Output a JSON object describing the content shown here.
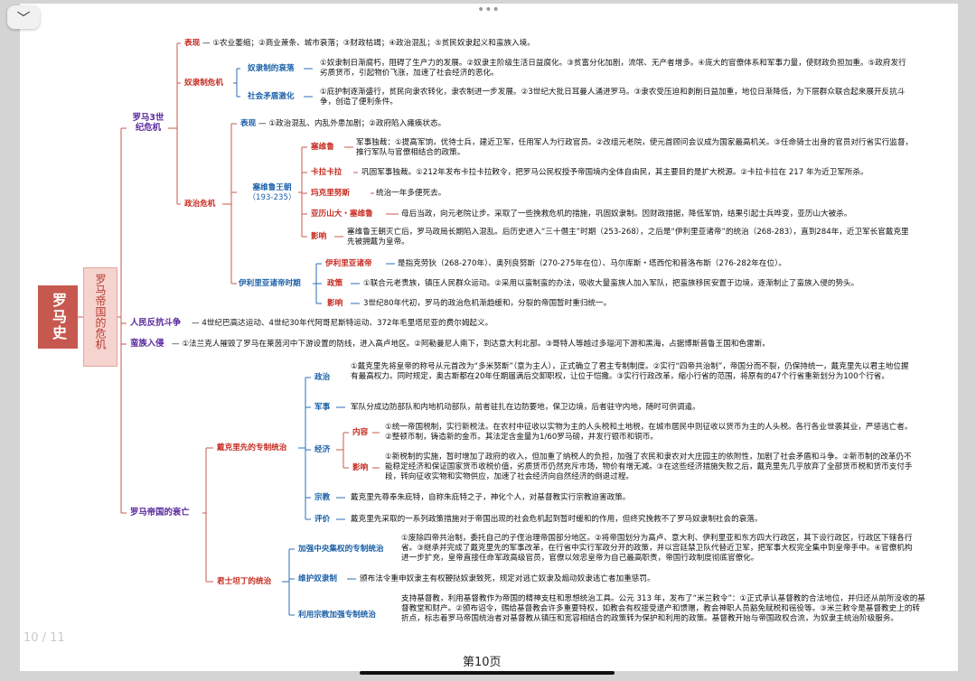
{
  "ui": {
    "collapse_icon": "chevron-down-icon",
    "page_counter": "10 / 11",
    "page_label": "第10页"
  },
  "root": {
    "title": "罗马史"
  },
  "crisis": {
    "title": "罗马帝国的危机"
  },
  "b1": {
    "title": "罗马3世纪危机",
    "biaoxian": {
      "label": "表现",
      "text": "①农业萎缩；②商业萧条、城市衰落；③财政枯竭；④政治混乱；⑤贫民奴隶起义和蛮族入境。"
    },
    "slave": {
      "label": "奴隶制危机",
      "shuailuo": {
        "label": "奴隶制的衰落",
        "text": "①奴隶制日渐腐朽，阻碍了生产力的发展。②奴隶主阶级生活日益腐化。③贫富分化加剧，流氓、无产者增多。④庞大的官僚体系和军事力量，使财政负担加重。⑤政府发行劣质货币，引起物价飞涨，加速了社会经济的恶化。"
      },
      "maodun": {
        "label": "社会矛盾激化",
        "text": "①庇护制逐渐盛行，贫民向隶农转化，隶农制进一步发展。②3世纪大批日耳曼人涌进罗马。③隶农受压迫和剥削日益加重，地位日渐降低，为下层群众联合起来展开反抗斗争，创造了便利条件。"
      }
    },
    "politics": {
      "label": "政治危机",
      "biaoxian": {
        "label": "表现",
        "text": "①政治混乱、内乱外患加剧；②政府陷入瘫痪状态。"
      },
      "severan": {
        "label": "塞维鲁王朝",
        "years": "（193-235）",
        "s1": {
          "label": "塞维鲁",
          "text": "军事独裁：①提高军饷，优待士兵，建近卫军，任用军人为行政官员。②改组元老院，使元首顾问会议成为国家最高机关。③任命骑士出身的官员对行省实行监督，推行军队与官僚相结合的政策。"
        },
        "s2": {
          "label": "卡拉卡拉",
          "text": "巩固军事独裁。①212年发布卡拉卡拉敕令，把罗马公民权授予帝国境内全体自由民，其主要目的是扩大税源。②卡拉卡拉在 217 年为近卫军所杀。"
        },
        "s3": {
          "label": "玛克里努斯",
          "text": "统治一年多便死去。"
        },
        "s4": {
          "label": "亚历山大・塞维鲁",
          "text": "母后当政，向元老院让步。采取了一些挽救危机的措施，巩固奴隶制。因财政措据，降低军饷，结果引起士兵哗变，亚历山大被杀。"
        },
        "s5": {
          "label": "影响",
          "text": "塞维鲁王朝灭亡后，罗马政局长期陷入混乱。后历史进入“三十僭主”时期（253-268），之后是“伊利里亚诸帝”的统治（268-283），直到284年，近卫军长官戴克里先被拥戴为皇帝。"
        }
      },
      "illyrian": {
        "label": "伊利里亚诸帝时期",
        "i1": {
          "label": "伊利里亚诸帝",
          "text": "是指克劳狄（268-270年）、奥列良努斯（270-275年在位）、马尔库斯・塔西佗和普洛布斯（276-282年在位）。"
        },
        "i2": {
          "label": "政策",
          "text": "①联合元老贵族，镇压人民群众运动。②采用以蛮制蛮的办法，吸收大量蛮族人加入军队，把蛮族移民安置于边境，逐渐制止了蛮族入侵的势头。"
        },
        "i3": {
          "label": "影响",
          "text": "3世纪80年代初，罗马的政治危机渐趋缓和，分裂的帝国暂时重归统一。"
        }
      }
    }
  },
  "b2": {
    "title": "人民反抗斗争",
    "text": "4世纪巴高达运动、4世纪30年代阿哥尼斯特运动、372年毛里塔尼亚的费尔姆起义。"
  },
  "b3": {
    "title": "蛮族入侵",
    "text": "①法兰克人摧毁了罗马在莱茵河中下游设置的防线，进入高卢地区。②阿勒曼尼人南下，到达意大利北部。③哥特人等越过多瑙河下游和黑海，占据博斯普鲁王国和色雷斯。"
  },
  "b4": {
    "title": "罗马帝国的衰亡",
    "diocletian": {
      "label": "戴克里先的专制统治",
      "zhengzhi": {
        "label": "政治",
        "text": "①戴克里先将皇帝的称号从元首改为“多米努斯”（意为主人），正式确立了君主专制制度。②实行“四帝共治制”，帝国分而不裂，仍保持统一，戴克里先以君主地位握有最高权力。同时规定，奥古斯都在20年任期届满后交卸职权，让位于恺撒。③实行行政改革，缩小行省的范围，将原有的47个行省重新划分为100个行省。"
      },
      "junshi": {
        "label": "军事",
        "text": "军队分成边防部队和内地机动部队，前者驻扎在边防要地，保卫边境，后者驻守内地，随时可供调遣。"
      },
      "jingji": {
        "label": "经济",
        "neirong": {
          "label": "内容",
          "text": "①统一帝国税制，实行新税法。在农村中征收以实物为主的人头税和土地税，在城市居民中则征收以货币为主的人头税。各行各业世袭其业，严惩逃亡者。②整顿币制，铸造新的金币。其法定含金量为1/60罗马磅，并发行银币和铜币。"
        },
        "yingxiang": {
          "label": "影响",
          "text": "①新税制的实施，暂时增加了政府的收入，但加重了纳税人的负担，加强了农民和隶农对大庄园主的依附性，加剧了社会矛盾和斗争。②新币制的改革仍不能稳定经济和保证国家货币收税价值，劣质货币仍然充斥市场，物价有增无减。③在这些经济措施失败之后，戴克里先几乎放弃了全部货币税和货币支付手段，转向征收实物和实物供应，加速了社会经济向自然经济的倒退过程。"
        }
      },
      "zongjiao": {
        "label": "宗教",
        "text": "戴克里先尊奉朱庇特，自称朱庇特之子，神化个人，对基督教实行宗教迫害政策。"
      },
      "pingjia": {
        "label": "评价",
        "text": "戴克里先采取的一系列政策措施对于帝国出现的社会危机起到暂时缓和的作用，但终究挽救不了罗马奴隶制社会的衰落。"
      }
    },
    "constantine": {
      "label": "君士坦丁的统治",
      "c1": {
        "label": "加强中央集权的专制统治",
        "text": "①废除四帝共治制，委托自己的子侄治理帝国部分地区。②将帝国划分为高卢、意大利、伊利里亚和东方四大行政区，其下设行政区，行政区下辖各行省。③继承并完成了戴克里先的军事改革，在行省中实行军政分开的政策，并以宫廷禁卫队代替近卫军，把军事大权完全集中到皇帝手中。④官僚机构进一步扩充，皇帝直接任命军政高级官员，官僚以效忠皇帝为自己最高职责，帝国行政制度彻底官僚化。"
      },
      "c2": {
        "label": "维护奴隶制",
        "text": "颁布法令重申奴隶主有权鞭挞奴隶致死，规定对逃亡奴隶及煽动奴隶逃亡者加重惩罚。"
      },
      "c3": {
        "label": "利用宗教加强专制统治",
        "text": "支持基督教，利用基督教作为帝国的精神支柱和思想统治工具。公元 313 年，发布了“米兰敕令”：①正式承认基督教的合法地位，并归还从前所没收的基督教堂和财产。②颁布诏令，赐给基督教会许多重要特权，如教会有权接受遗产和馈赠，教会神职人员豁免赋税和徭役等。③米兰敕令是基督教史上的转折点，标志着罗马帝国统治者对基督教从镇压和宽容相结合的政策转为保护和利用的政策。基督教开始与帝国政权合流，为奴隶主统治阶级服务。"
      }
    }
  }
}
